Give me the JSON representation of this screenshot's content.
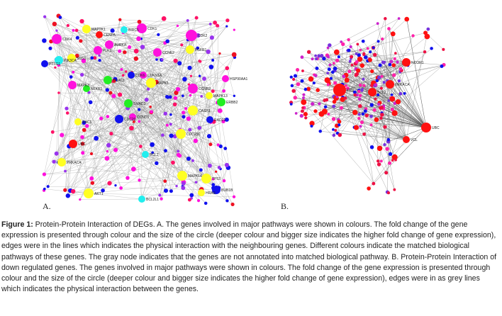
{
  "panel_a": {
    "label": "A.",
    "genes": [
      {
        "name": "MAP2K1",
        "color": "#ffff22"
      },
      {
        "name": "BIRC5",
        "color": "#22eeee"
      },
      {
        "name": "CDK1",
        "color": "#ff11dd"
      },
      {
        "name": "CENPA",
        "color": "#ff1111"
      },
      {
        "name": "CDK4",
        "color": "#ff11dd"
      },
      {
        "name": "AURKA",
        "color": "#ff11dd"
      },
      {
        "name": "CDK2",
        "color": "#ff11dd"
      },
      {
        "name": "PLK1",
        "color": "#ff11dd"
      },
      {
        "name": "CCNE2",
        "color": "#ff11dd"
      },
      {
        "name": "FGFR1",
        "color": "#ffff22"
      },
      {
        "name": "PIK3CA",
        "color": "#22eeee"
      },
      {
        "name": "SOS1",
        "color": "#ffff22"
      },
      {
        "name": "PTTG1",
        "color": "#1111ee"
      },
      {
        "name": "CDK6",
        "color": "#1111ee"
      },
      {
        "name": "CDKN1A",
        "color": "#ff11dd"
      },
      {
        "name": "HDAC1",
        "color": "#22ee22"
      },
      {
        "name": "MAPK1",
        "color": "#ffff22"
      },
      {
        "name": "HSP90AA1",
        "color": "#ff11dd"
      },
      {
        "name": "MAPK3",
        "color": "#ff11dd"
      },
      {
        "name": "NFKB1",
        "color": "#22ee22"
      },
      {
        "name": "CCNB2",
        "color": "#ff11dd"
      },
      {
        "name": "MAPK13",
        "color": "#ffff22"
      },
      {
        "name": "SMAD3",
        "color": "#22ee22"
      },
      {
        "name": "ERBB2",
        "color": "#22ee22"
      },
      {
        "name": "CASP3",
        "color": "#ffff22"
      },
      {
        "name": "RAC1",
        "color": "#ffff22"
      },
      {
        "name": "CDC20",
        "color": "#1111ee"
      },
      {
        "name": "CCND1",
        "color": "#ff11dd"
      },
      {
        "name": "RAD21",
        "color": "#1111ee"
      },
      {
        "name": "CDC25C",
        "color": "#ffff22"
      },
      {
        "name": "UBC",
        "color": "#ff1111"
      },
      {
        "name": "BCL2",
        "color": "#22eeee"
      },
      {
        "name": "PRKACA",
        "color": "#ffff22"
      },
      {
        "name": "MAPK14",
        "color": "#ffff22"
      },
      {
        "name": "TP53",
        "color": "#ffff22"
      },
      {
        "name": "BUB1B",
        "color": "#1111ee"
      },
      {
        "name": "HRAS",
        "color": "#ffff22"
      },
      {
        "name": "AKT1",
        "color": "#ffff22"
      },
      {
        "name": "BCL2L1",
        "color": "#22eeee"
      }
    ]
  },
  "panel_b": {
    "label": "B.",
    "genes": [
      {
        "name": "FYN",
        "color": "#ff1111"
      },
      {
        "name": "BCL2",
        "color": "#ff1111"
      },
      {
        "name": "PRKACA",
        "color": "#ff1111"
      },
      {
        "name": "NCOR1",
        "color": "#ff1111"
      },
      {
        "name": "UBC",
        "color": "#ff1111"
      },
      {
        "name": "VCL",
        "color": "#ff1111"
      }
    ]
  },
  "caption": {
    "prefix": "Figure 1:",
    "text": " Protein-Protein Interaction of DEGs. A. The genes involved in major pathways were shown in colours. The fold change of the gene expression is presented through colour and the size of the circle (deeper colour and bigger size indicates the higher fold change of gene expression), edges were in the lines which indicates the physical interaction with the neighbouring genes. Different colours indicate the matched biological pathways of these genes. The gray node indicates that the genes are not annotated into matched biological pathway. B. Protein-Protein Interaction of down regulated genes. The genes involved in major pathways were shown in colours. The fold change of the gene expression is presented through colour and the size of the circle (deeper colour and bigger size indicates the higher fold change of gene expression), edges were in as grey lines which indicates the physical interaction between the genes."
  }
}
